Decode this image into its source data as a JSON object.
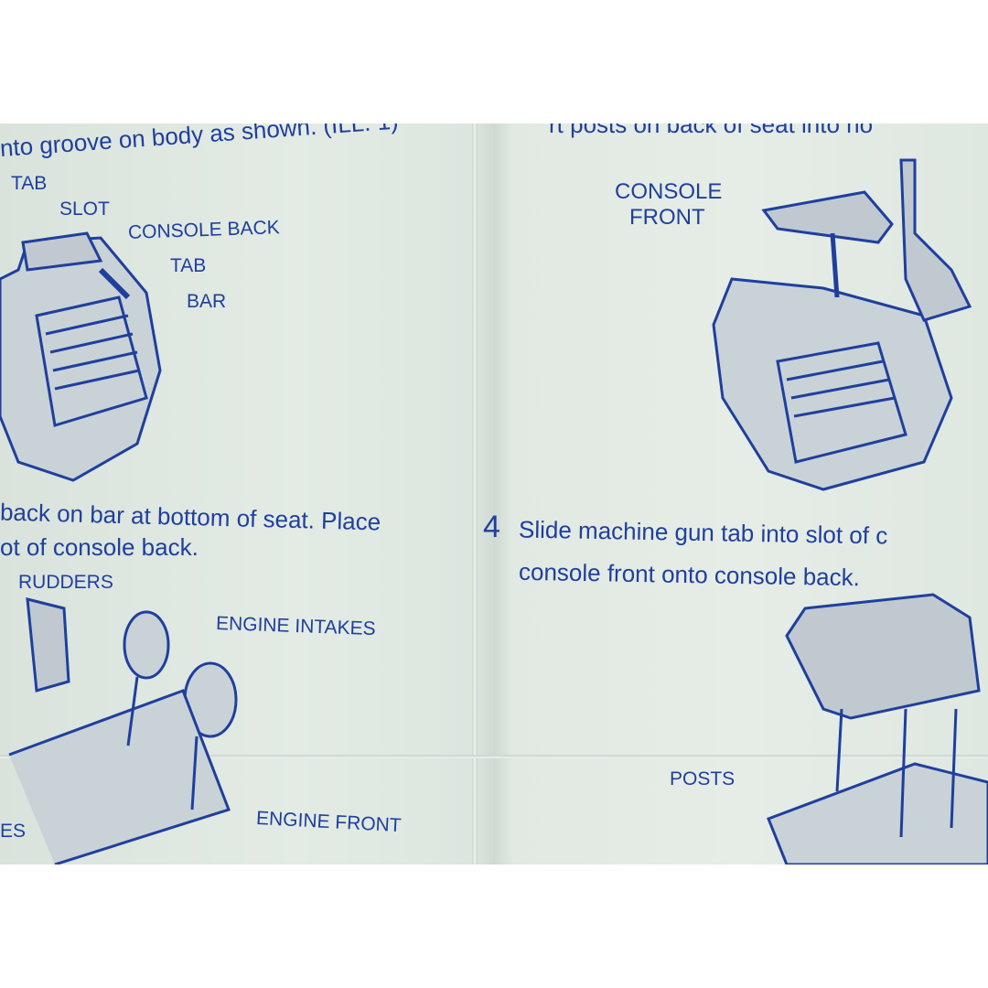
{
  "left_panel": {
    "instruction_top": "nto groove on body as shown. (ILL. 1)",
    "labels": {
      "tab1": "TAB",
      "slot": "SLOT",
      "console_back": "CONSOLE BACK",
      "tab2": "TAB",
      "bar": "BAR"
    },
    "instruction_middle_line1": "back on bar at bottom of seat. Place",
    "instruction_middle_line2": "ot of console back.",
    "labels2": {
      "rudders": "RUDDERS",
      "engine_intakes": "ENGINE INTAKES",
      "es": "ES",
      "engine_front": "ENGINE FRONT"
    }
  },
  "right_panel": {
    "instruction_top": "rt posts on back of seat into ho",
    "labels": {
      "console_front_1": "CONSOLE",
      "console_front_2": "FRONT",
      "posts": "POSTS"
    },
    "step_number": "4",
    "step_line1": "Slide machine gun tab into slot of c",
    "step_line2": "console front onto console back."
  },
  "colors": {
    "ink": "#1f3f9e",
    "paper": "#e1e9e2"
  }
}
